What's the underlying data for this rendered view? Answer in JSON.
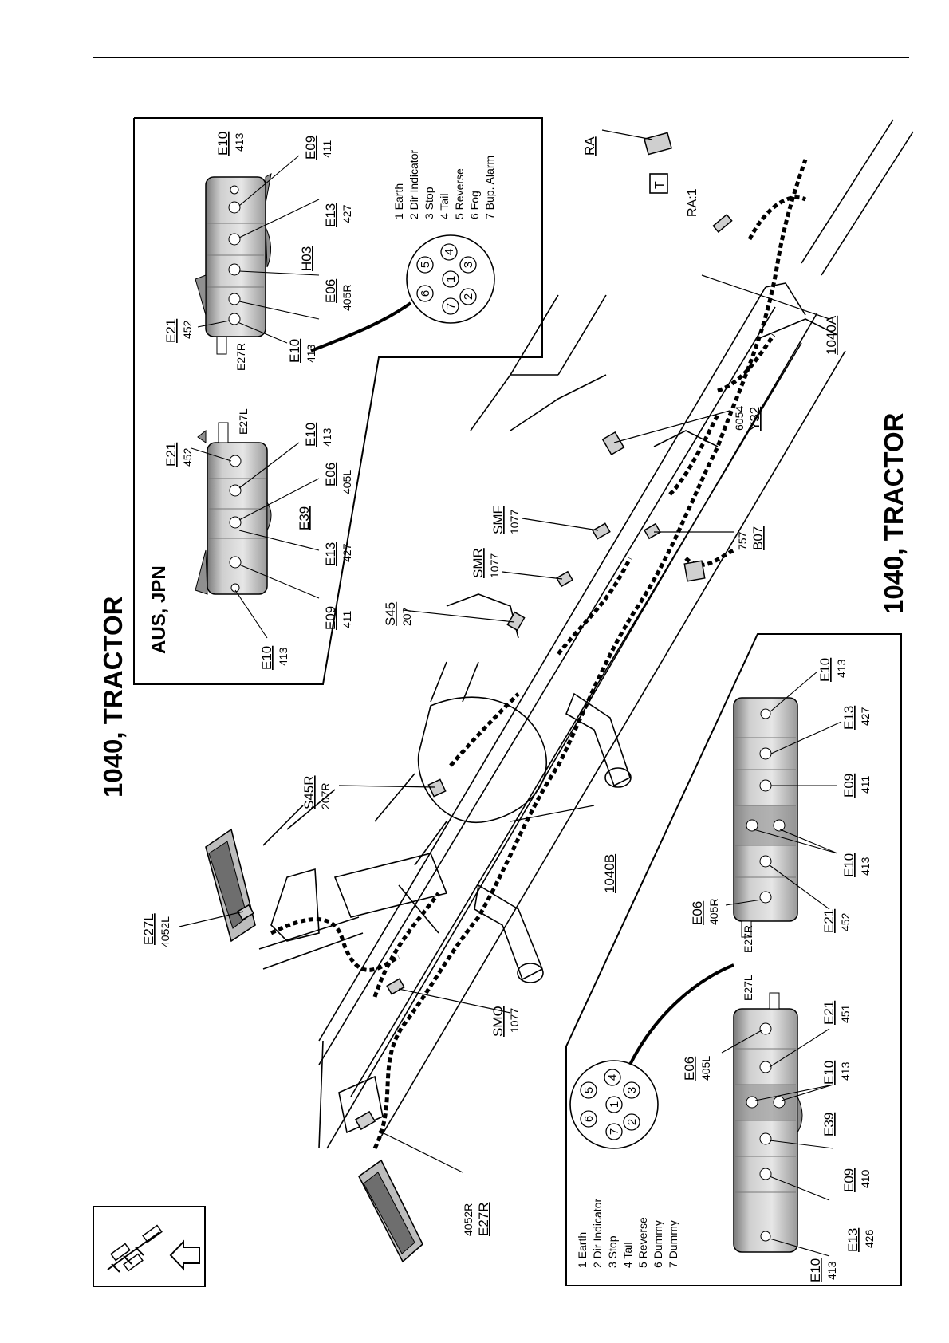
{
  "titles": {
    "left": "1040, TRACTOR",
    "right": "1040, TRACTOR",
    "inset": "AUS, JPN"
  },
  "legend_aus": [
    "1 Earth",
    "2 Dir Indicator",
    "3 Stop",
    "4 Tail",
    "5 Reverse",
    "6 Fog",
    "7 Bup. Alarm"
  ],
  "legend_std": [
    "1 Earth",
    "2 Dir Indicator",
    "3 Stop",
    "4 Tail",
    "5 Reverse",
    "6 Dummy",
    "7 Dummy"
  ],
  "pins": [
    "1",
    "2",
    "3",
    "4",
    "5",
    "6",
    "7"
  ],
  "aus_left_lamp": {
    "e21": "E21",
    "e21n": "452",
    "e27l": "E27L",
    "e10a": "E10",
    "e10an": "413",
    "e06": "E06",
    "e06n": "405L",
    "e39": "E39",
    "e13": "E13",
    "e13n": "427",
    "e09": "E09",
    "e09n": "411",
    "e10b": "E10",
    "e10bn": "413"
  },
  "aus_right_lamp": {
    "e10a": "E10",
    "e10an": "413",
    "e09": "E09",
    "e09n": "411",
    "e13": "E13",
    "e13n": "427",
    "h03": "H03",
    "e06": "E06",
    "e06n": "405R",
    "e10b": "E10",
    "e10bn": "413",
    "e21": "E21",
    "e21n": "452",
    "e27r": "E27R"
  },
  "main": {
    "e27l": "E27L",
    "e27ln": "4052L",
    "s45r": "S45R",
    "s45rn": "207R",
    "s45": "S45",
    "s45n": "207",
    "smr": "SMR",
    "smrn": "1077",
    "smf": "SMF",
    "smfn": "1077",
    "smo": "SMO",
    "smon": "1077",
    "h1040b": "1040B",
    "h1040a": "1040A",
    "b07n": "757",
    "b07": "B07",
    "y32n": "6054",
    "y32": "Y32",
    "ra": "RA",
    "ra1": "RA:1",
    "t_box": "T",
    "e27r_n": "4052R",
    "e27r": "E27R"
  },
  "std_right_lamp": {
    "e10a": "E10",
    "e10an": "413",
    "e13": "E13",
    "e13n": "427",
    "e09": "E09",
    "e09n": "411",
    "e10b": "E10",
    "e10bn": "413",
    "e21": "E21",
    "e21n": "452",
    "e06": "E06",
    "e06n": "405R",
    "e27r": "E27R"
  },
  "std_left_lamp": {
    "e27l": "E27L",
    "e21": "E21",
    "e21n": "451",
    "e06": "E06",
    "e06n": "405L",
    "e10a": "E10",
    "e10an": "413",
    "e39": "E39",
    "e09": "E09",
    "e09n": "410",
    "e13": "E13",
    "e13n": "426",
    "e10b": "E10",
    "e10bn": "413"
  },
  "colors": {
    "ink": "#000000",
    "lamp_fill": "#d9d9d9",
    "lamp_dark": "#8f8f8f"
  }
}
